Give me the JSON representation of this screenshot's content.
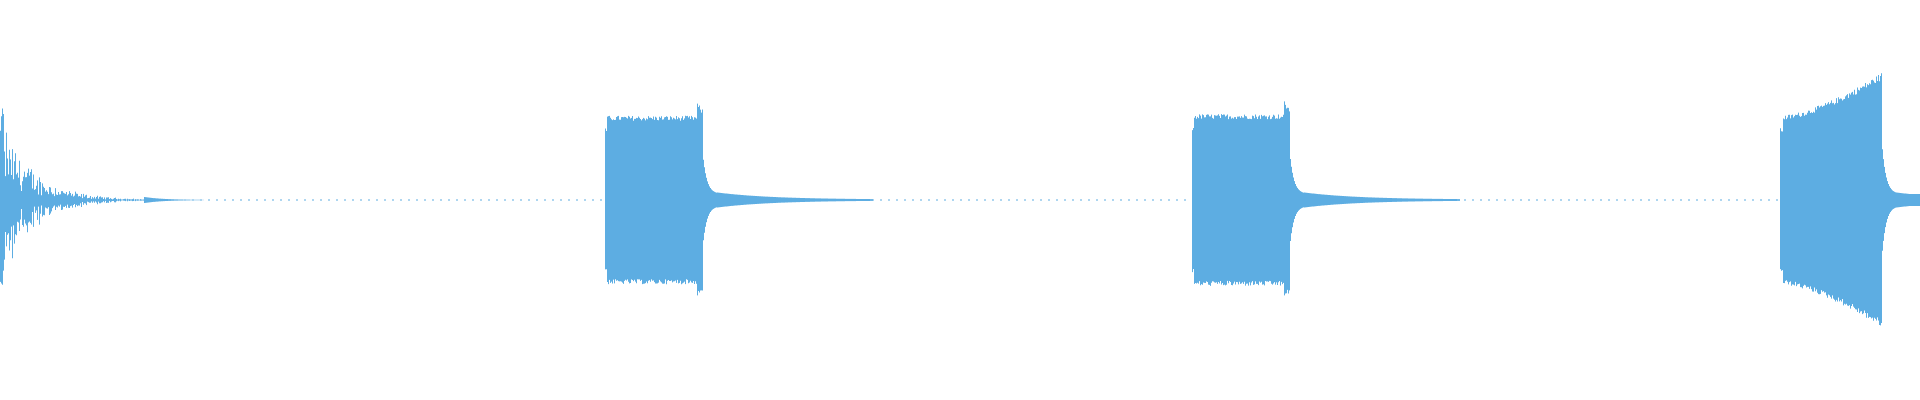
{
  "waveform": {
    "color": "#5DADE2",
    "background": "#FFFFFF",
    "segments": [
      {
        "kind": "transient",
        "start": 0.0,
        "end": 0.075,
        "peak": 0.48
      },
      {
        "kind": "tone",
        "start": 0.315,
        "end": 0.366,
        "peak": 0.49
      },
      {
        "kind": "tone",
        "start": 0.621,
        "end": 0.672,
        "peak": 0.5
      },
      {
        "kind": "tone",
        "start": 0.927,
        "end": 0.98,
        "peak": 0.64
      }
    ]
  }
}
